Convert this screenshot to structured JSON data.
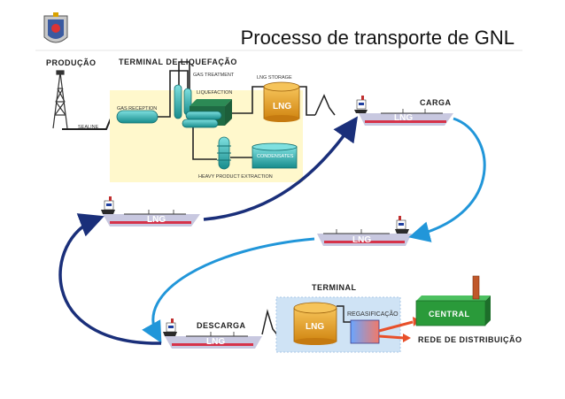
{
  "title": "Processo de transporte de GNL",
  "labels": {
    "producao": "PRODUÇÃO",
    "terminal_liquefacao": "TERMINAL DE LIQUEFAÇÃO",
    "gas_treatment": "GAS TREATMENT",
    "lng_storage": "LNG STORAGE",
    "liquefaction": "LIQUEFACTION",
    "gas_reception": "GAS RECEPTION",
    "sealine": "SEALINE",
    "condensates": "CONDENSATES",
    "heavy_product_extraction": "HEAVY PRODUCT EXTRACTION",
    "carga": "CARGA",
    "terminal": "TERMINAL",
    "regasificacao": "REGASIFICAÇÃO",
    "central": "CENTRAL",
    "descarga": "DESCARGA",
    "rede_distribuicao": "REDE DE DISTRIBUIÇÃO",
    "lng": "LNG"
  },
  "colors": {
    "cyan_tank": "#2ab7b7",
    "orange_tank": "#e8a220",
    "arrow_blue": "#2196d9",
    "arrow_navy": "#1a2f7a",
    "ship_hull": "#c8c8e0",
    "ship_stripe": "#d6334a",
    "terminal_bg": "#cfe3f5",
    "liquefaction_bg": "#fff8cc",
    "central_green": "#2a9a3a",
    "outlet_arrow": "#e8502a"
  }
}
